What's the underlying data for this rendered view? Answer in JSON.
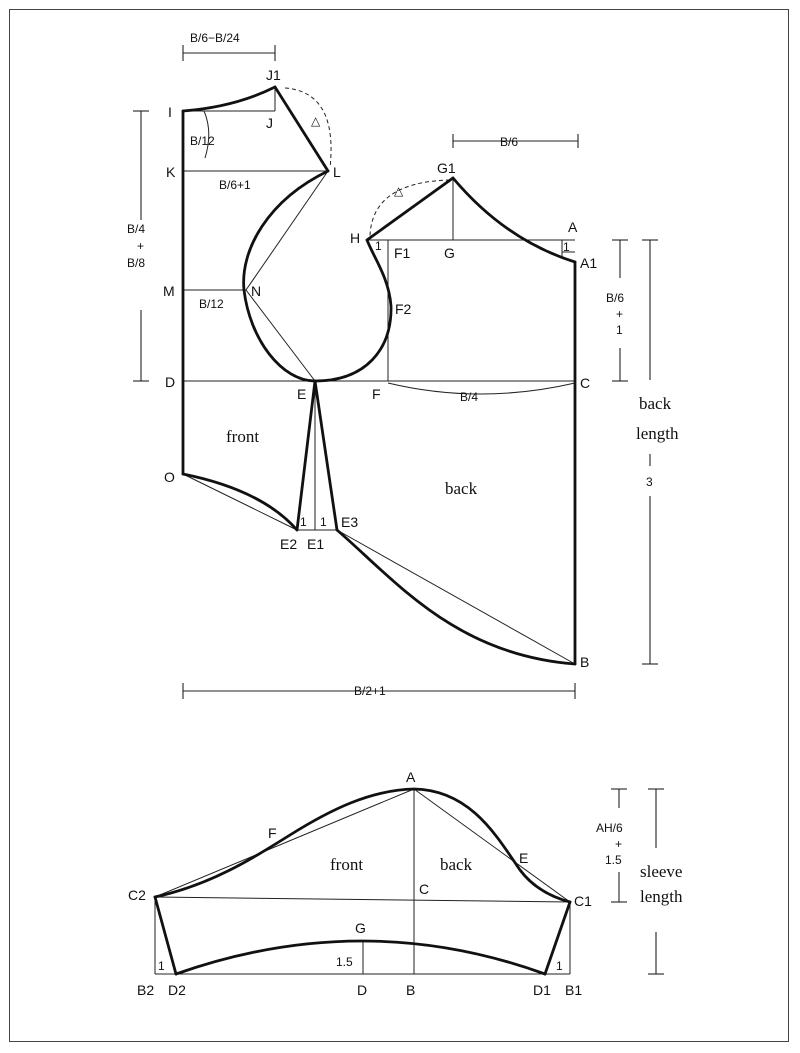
{
  "bodice": {
    "points": {
      "I": "I",
      "J1": "J1",
      "J": "J",
      "K": "K",
      "L": "L",
      "M": "M",
      "N": "N",
      "D": "D",
      "E": "E",
      "O": "O",
      "E2": "E2",
      "E1": "E1",
      "E3": "E3",
      "H": "H",
      "G1": "G1",
      "G": "G",
      "A": "A",
      "A1": "A1",
      "F1": "F1",
      "F2": "F2",
      "F": "F",
      "C": "C",
      "B": "B"
    },
    "measures": {
      "neck_width": "B/6−B/24",
      "neck_depth": "B/12",
      "kl": "B/6+1",
      "mn": "B/12",
      "left_vertical": [
        "B/4",
        "+",
        "B/8"
      ],
      "back_neck": "B/6",
      "armhole": [
        "B/6",
        "+",
        "1"
      ],
      "fc": "B/4",
      "bottom": "B/2+1",
      "back_length": [
        "back",
        "length",
        "3"
      ],
      "one": "1"
    },
    "words": {
      "front": "front",
      "back": "back"
    }
  },
  "sleeve": {
    "points": {
      "A": "A",
      "F": "F",
      "E": "E",
      "C": "C",
      "C2": "C2",
      "C1": "C1",
      "G": "G",
      "B2": "B2",
      "D2": "D2",
      "D": "D",
      "B": "B",
      "D1": "D1",
      "B1": "B1"
    },
    "measures": {
      "cap": [
        "AH/6",
        "+",
        "1.5"
      ],
      "g_depth": "1.5",
      "one": "1",
      "sleeve_length": [
        "sleeve",
        "length"
      ]
    },
    "words": {
      "front": "front",
      "back": "back"
    }
  },
  "symbols": {
    "triangle": "△"
  }
}
